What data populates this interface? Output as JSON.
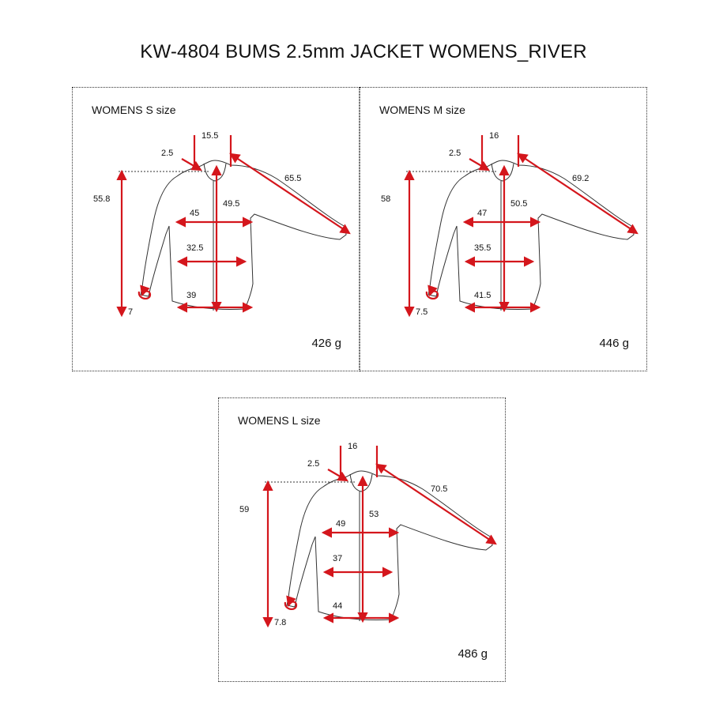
{
  "title": "KW-4804 BUMS 2.5mm JACKET WOMENS_RIVER",
  "sizes": [
    {
      "label": "WOMENS S size",
      "weight": "426  g",
      "neck": "15.5",
      "collar": "2.5",
      "sleeve": "65.5",
      "total_length": "55.8",
      "back_length": "49.5",
      "chest": "45",
      "waist": "32.5",
      "hem": "39",
      "wrist": "7"
    },
    {
      "label": "WOMENS M size",
      "weight": "446  g",
      "neck": "16",
      "collar": "2.5",
      "sleeve": "69.2",
      "total_length": "58",
      "back_length": "50.5",
      "chest": "47",
      "waist": "35.5",
      "hem": "41.5",
      "wrist": "7.5"
    },
    {
      "label": "WOMENS L size",
      "weight": "486  g",
      "neck": "16",
      "collar": "2.5",
      "sleeve": "70.5",
      "total_length": "59",
      "back_length": "53",
      "chest": "49",
      "waist": "37",
      "hem": "44",
      "wrist": "7.8"
    }
  ],
  "colors": {
    "measure_line": "#d4161c",
    "outline": "#333333",
    "border": "#333333"
  }
}
